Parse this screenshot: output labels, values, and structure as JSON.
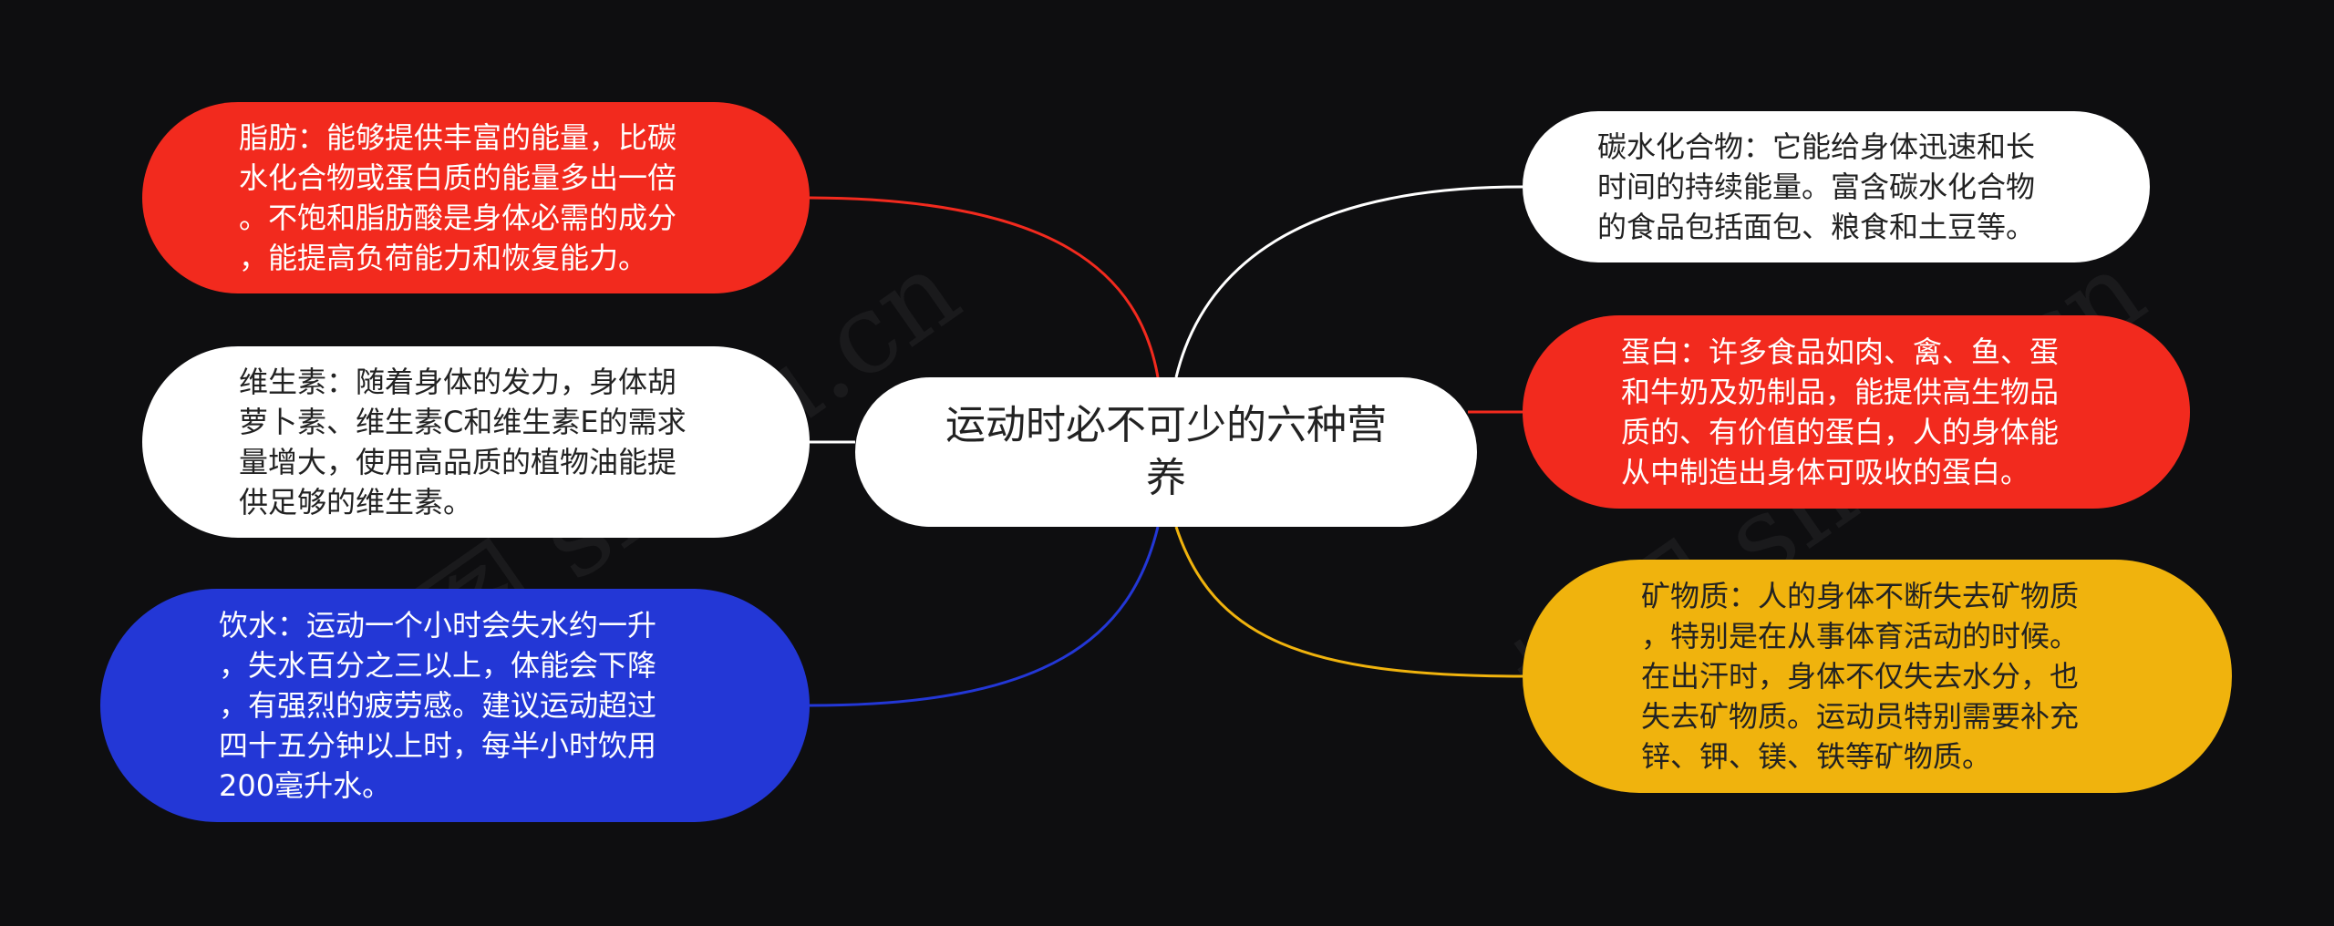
{
  "central_topic": [
    "运动时必不可少的六种营",
    "养"
  ],
  "watermark": "树图 shutu.cn",
  "colors": {
    "background": "#0e0e10",
    "red": "#f22a1e",
    "white": "#ffffff",
    "blue": "#2337d6",
    "yellow": "#f0b30d"
  },
  "branches": [
    {
      "id": "fat",
      "color": "red",
      "lines": [
        "脂肪：能够提供丰富的能量，比碳",
        "水化合物或蛋白质的能量多出一倍",
        "。不饱和脂肪酸是身体必需的成分",
        "，能提高负荷能力和恢复能力。"
      ]
    },
    {
      "id": "vitamin",
      "color": "white",
      "lines": [
        "维生素：随着身体的发力，身体胡",
        "萝卜素、维生素C和维生素E的需求",
        "量增大，使用高品质的植物油能提",
        "供足够的维生素。"
      ]
    },
    {
      "id": "water",
      "color": "blue",
      "lines": [
        "饮水：运动一个小时会失水约一升",
        "，失水百分之三以上，体能会下降",
        "，有强烈的疲劳感。建议运动超过",
        "四十五分钟以上时，每半小时饮用",
        "200毫升水。"
      ]
    },
    {
      "id": "carbohydrate",
      "color": "white",
      "lines": [
        "碳水化合物：它能给身体迅速和长",
        "时间的持续能量。富含碳水化合物",
        "的食品包括面包、粮食和土豆等。"
      ]
    },
    {
      "id": "protein",
      "color": "red",
      "lines": [
        "蛋白：许多食品如肉、禽、鱼、蛋",
        "和牛奶及奶制品，能提供高生物品",
        "质的、有价值的蛋白，人的身体能",
        "从中制造出身体可吸收的蛋白。"
      ]
    },
    {
      "id": "mineral",
      "color": "yellow",
      "lines": [
        "矿物质：人的身体不断失去矿物质",
        "，特别是在从事体育活动的时候。",
        "在出汗时，身体不仅失去水分，也",
        "失去矿物质。运动员特别需要补充",
        "锌、钾、镁、铁等矿物质。"
      ]
    }
  ]
}
